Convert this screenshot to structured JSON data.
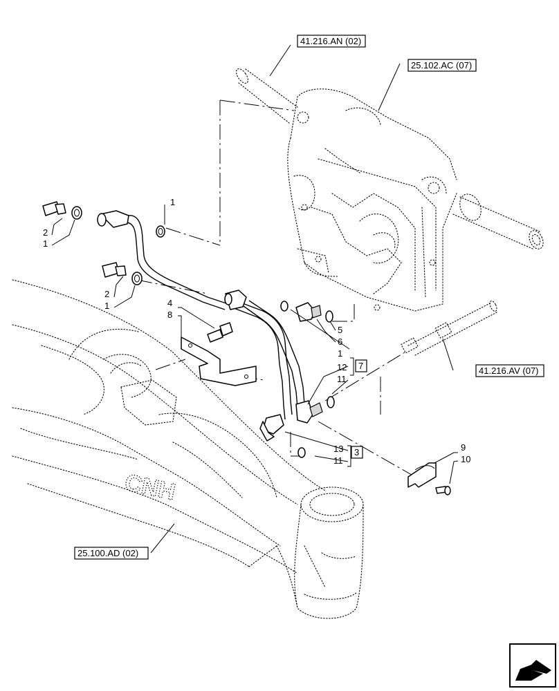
{
  "references": {
    "r1": "41.216.AN (02)",
    "r2": "25.102.AC (07)",
    "r3": "41.216.AV (07)",
    "r4": "25.100.AD (02)"
  },
  "callouts": {
    "c1a": "1",
    "c1b": "1",
    "c1c": "1",
    "c1d": "1",
    "c2a": "2",
    "c2b": "2",
    "c4": "4",
    "c5": "5",
    "c6": "6",
    "c8": "8",
    "c9": "9",
    "c10": "10",
    "c11a": "11",
    "c11b": "11",
    "c12": "12",
    "c13": "13"
  },
  "boxed": {
    "b7": "7",
    "b3": "3"
  },
  "logo_text": "CNH",
  "icons": {
    "corner": "arrow-icon"
  }
}
